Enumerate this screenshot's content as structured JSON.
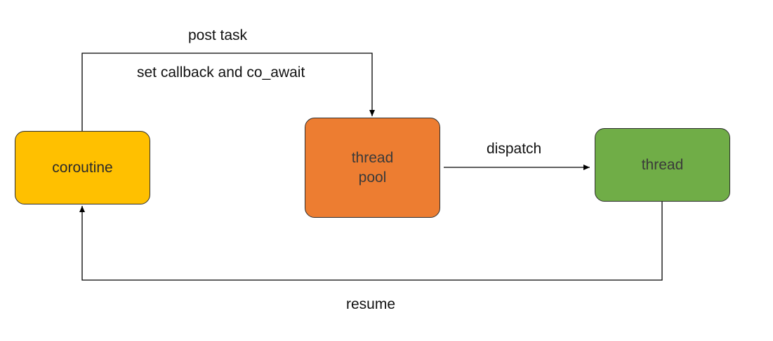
{
  "nodes": {
    "coroutine": {
      "label": "coroutine",
      "color": "#FFC000"
    },
    "thread_pool": {
      "label": "thread\npool",
      "color": "#ED7D31"
    },
    "thread": {
      "label": "thread",
      "color": "#70AD47"
    }
  },
  "edges": {
    "post_task": {
      "label": "post task"
    },
    "set_callback": {
      "label": "set callback and co_await"
    },
    "dispatch": {
      "label": "dispatch"
    },
    "resume": {
      "label": "resume"
    }
  },
  "line_color": "#000000"
}
